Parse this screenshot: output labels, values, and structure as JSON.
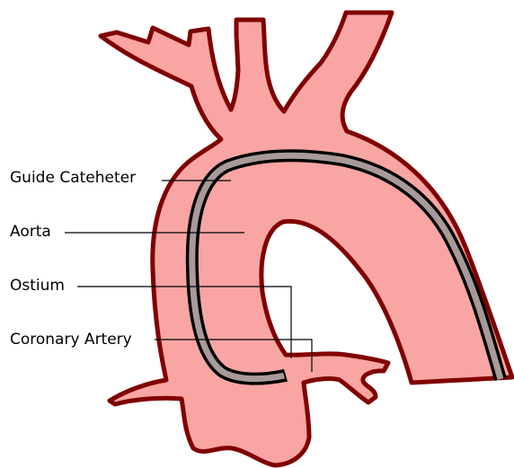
{
  "diagram": {
    "labels": {
      "guide_catheter": "Guide Cateheter",
      "aorta": "Aorta",
      "ostium": "Ostium",
      "coronary_artery": "Coronary Artery"
    },
    "colors": {
      "vessel_fill": "#f8a5a3",
      "vessel_outline": "#800000",
      "catheter_body": "#a89a98",
      "catheter_outline": "#000000",
      "leader_line": "#000000"
    },
    "icons": {
      "aorta": "aortic-arch-shape",
      "catheter": "guide-catheter-tube",
      "coronary_artery": "coronary-artery-branch"
    }
  }
}
